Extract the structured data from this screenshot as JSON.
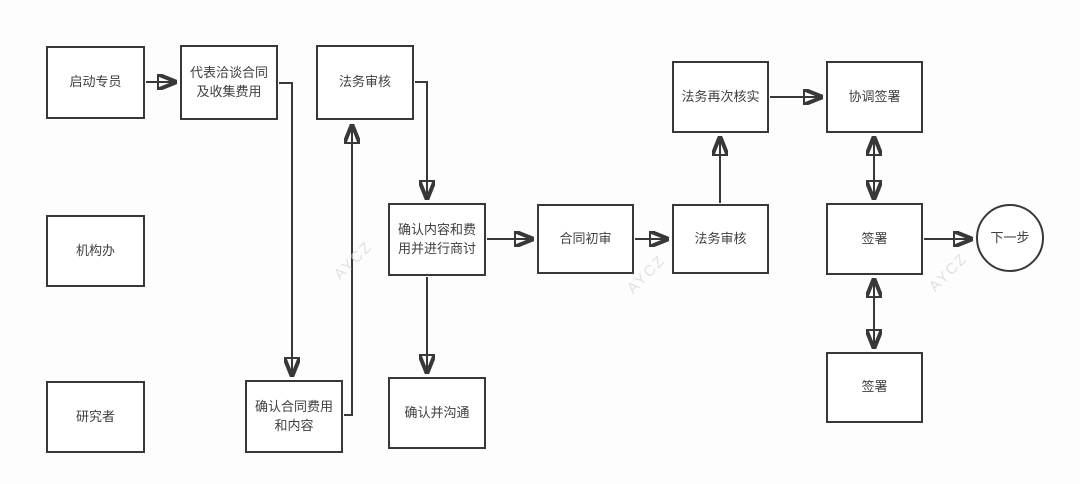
{
  "diagram": {
    "title": "contract-approval-flowchart",
    "nodes": {
      "startup_specialist": "启动专员",
      "negotiate_contract": "代表洽谈合同\n及收集费用",
      "legal_review_top": "法务审核",
      "org_office": "机构办",
      "researcher": "研究者",
      "confirm_contract_fee": "确认合同费用\n和内容",
      "confirm_communicate": "确认并沟通",
      "confirm_discuss": "确认内容和费\n用并进行商讨",
      "contract_initial_review": "合同初审",
      "legal_review_mid": "法务审核",
      "legal_recheck": "法务再次核实",
      "coordinate_sign": "协调签署",
      "sign_mid": "签署",
      "sign_bottom": "签署",
      "next_step": "下一步"
    },
    "watermark_text": "AYCZ",
    "colors": {
      "line": "#383838",
      "text": "#3f3f3f",
      "background": "#fdfdfd",
      "watermark": "#d7d7d7"
    }
  }
}
